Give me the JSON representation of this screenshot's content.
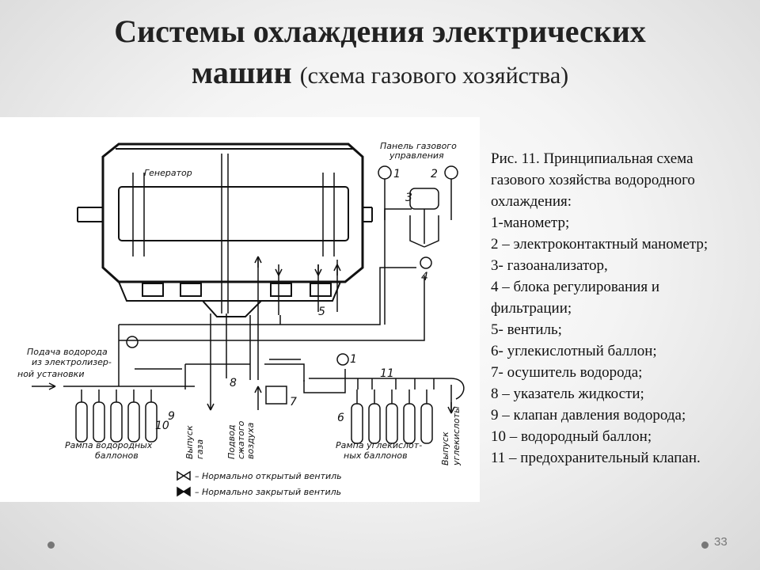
{
  "slide": {
    "title_main": "Системы охлаждения электрических",
    "title_line2": "машин",
    "title_sub": "(схема газового хозяйства)",
    "page_number": "33"
  },
  "caption": [
    "Рис. 11. Принципиальная схема",
    "газового хозяйства водородного",
    "охлаждения:",
    "1-манометр;",
    "2 – электроконтактный манометр;",
    "3- газоанализатор,",
    "4 – блока регулирования и",
    "фильтрации;",
    "5- вентиль;",
    "6- углекислотный баллон;",
    "7- осушитель водорода;",
    "8 – указатель жидкости;",
    "9 – клапан давления водорода;",
    "10 – водородный баллон;",
    "11 – предохранительный клапан."
  ],
  "diagram": {
    "generator_label": "Генератор",
    "panel_label_1": "Панель газового",
    "panel_label_2": "управления",
    "feed_label_1": "Подача водорода",
    "feed_label_2": "из электролизер-",
    "feed_label_3": "ной установки",
    "h2_ramp_1": "Рампа водородных",
    "h2_ramp_2": "баллонов",
    "co2_ramp_1": "Рампа углекислот-",
    "co2_ramp_2": "ных баллонов",
    "gas_outlet_1": "Выпуск",
    "gas_outlet_2": "газа",
    "air_supply_1": "Подвод",
    "air_supply_2": "сжатого",
    "air_supply_3": "воздуха",
    "co2_outlet_1": "Выпуск",
    "co2_outlet_2": "углекислоты",
    "legend_open": "– Нормально открытый вентиль",
    "legend_closed": "– Нормально закрытый вентиль",
    "n1a": "1",
    "n2": "2",
    "n3": "3",
    "n4": "4",
    "n5": "5",
    "n1b": "1",
    "n11": "11",
    "n6": "6",
    "n7": "7",
    "n8": "8",
    "n9": "9",
    "n10": "10"
  }
}
